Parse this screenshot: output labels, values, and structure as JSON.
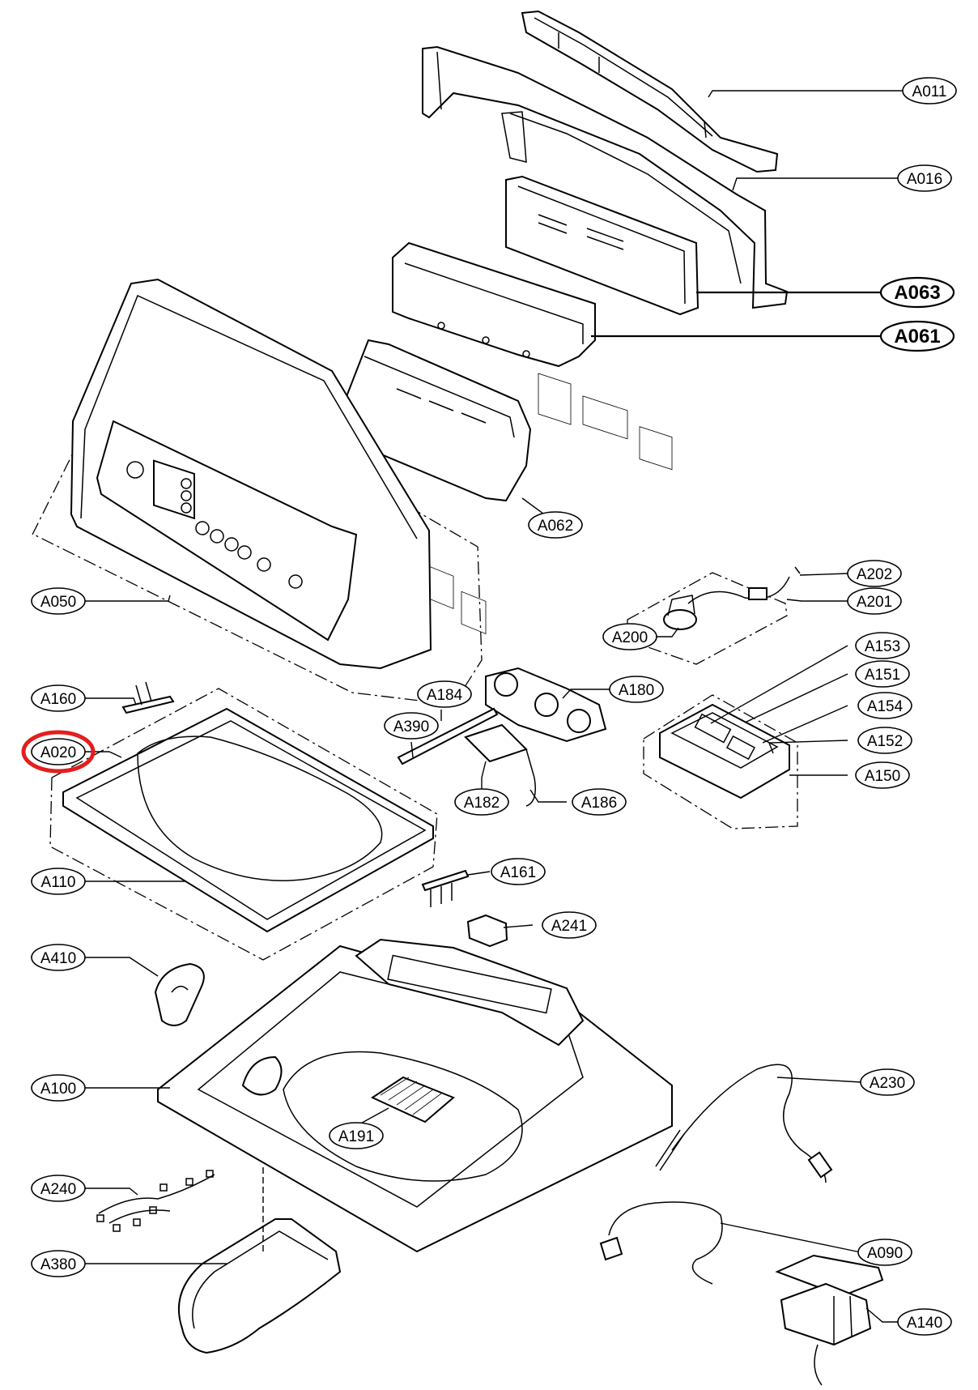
{
  "highlight_color": "#e41e1e",
  "highlighted_label": "A020",
  "labels": {
    "A011": "A011",
    "A016": "A016",
    "A063": "A063",
    "A061": "A061",
    "A062": "A062",
    "A050": "A050",
    "A202": "A202",
    "A201": "A201",
    "A200": "A200",
    "A153": "A153",
    "A151": "A151",
    "A154": "A154",
    "A152": "A152",
    "A150": "A150",
    "A160": "A160",
    "A184": "A184",
    "A180": "A180",
    "A390": "A390",
    "A020": "A020",
    "A182": "A182",
    "A186": "A186",
    "A110": "A110",
    "A161": "A161",
    "A241": "A241",
    "A410": "A410",
    "A100": "A100",
    "A230": "A230",
    "A191": "A191",
    "A240": "A240",
    "A380": "A380",
    "A090": "A090",
    "A140": "A140"
  }
}
